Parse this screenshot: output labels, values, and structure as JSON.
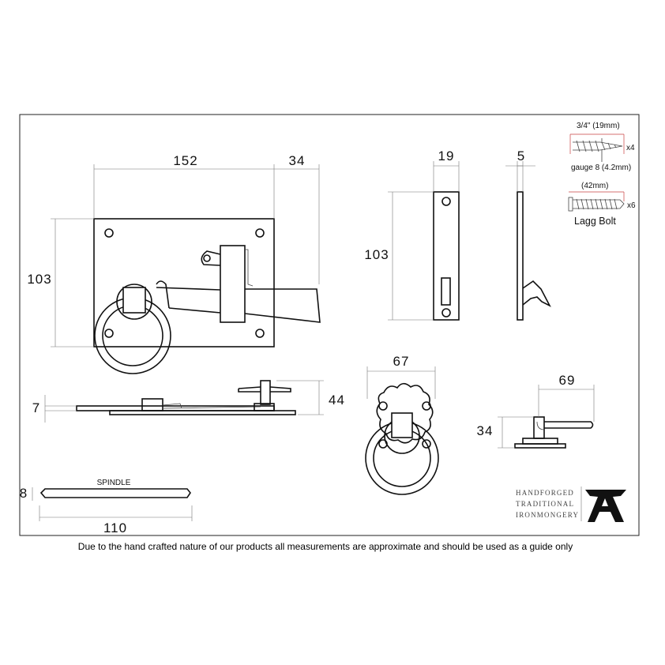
{
  "dimensions": {
    "plate_width": "152",
    "extension_width": "34",
    "plate_height": "103",
    "keep_width": "19",
    "keep_side_width": "5",
    "keep_height": "103",
    "thickness": "7",
    "projection": "44",
    "ring_plate_width": "67",
    "handle_length": "69",
    "handle_height": "34",
    "spindle_thickness": "8",
    "spindle_length": "110"
  },
  "labels": {
    "spindle": "SPINDLE"
  },
  "fixings": {
    "screw_length": "3/4\" (19mm)",
    "screw_count": "x4",
    "screw_gauge": "gauge 8 (4.2mm)",
    "bolt_length": "(42mm)",
    "bolt_count": "x6",
    "bolt_name": "Lagg Bolt"
  },
  "brand": {
    "line1": "HANDFORGED",
    "line2": "TRADITIONAL",
    "line3": "IRONMONGERY"
  },
  "disclaimer": "Due to the hand crafted nature of our products all measurements are approximate and should be used as a guide only"
}
